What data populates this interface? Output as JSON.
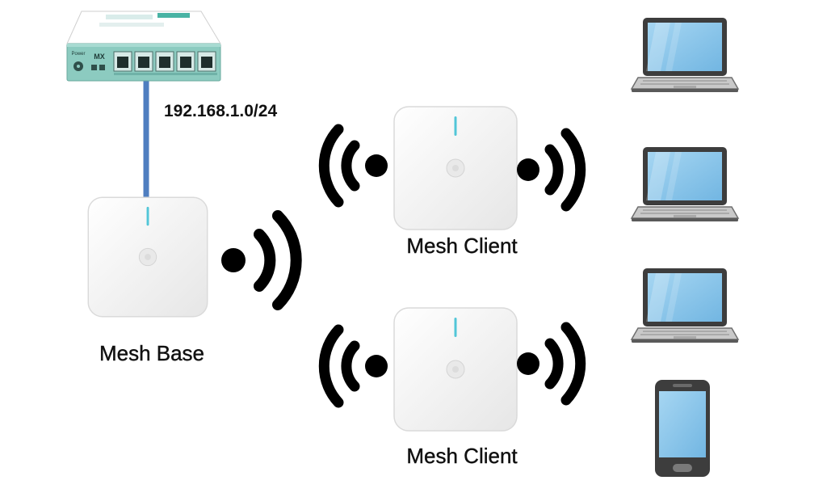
{
  "network": {
    "subnet": "192.168.1.0/24",
    "link_color": "#4f7ec0"
  },
  "router": {
    "brand_text": "MX",
    "power_label": "Power",
    "colors": {
      "body": "#ffffff",
      "panel": "#8ccbc0",
      "accent": "#49b3a4"
    }
  },
  "nodes": {
    "base": {
      "label": "Mesh Base"
    },
    "client_top": {
      "label": "Mesh Client"
    },
    "client_bottom": {
      "label": "Mesh Client"
    }
  },
  "access_point": {
    "led_color": "#52c6d8",
    "body_color": "#f4f4f4"
  },
  "devices": {
    "screen_color": "#8cc8ea",
    "frame_color": "#4a4a4a",
    "items": [
      {
        "type": "laptop"
      },
      {
        "type": "laptop"
      },
      {
        "type": "laptop"
      },
      {
        "type": "phone"
      }
    ]
  }
}
